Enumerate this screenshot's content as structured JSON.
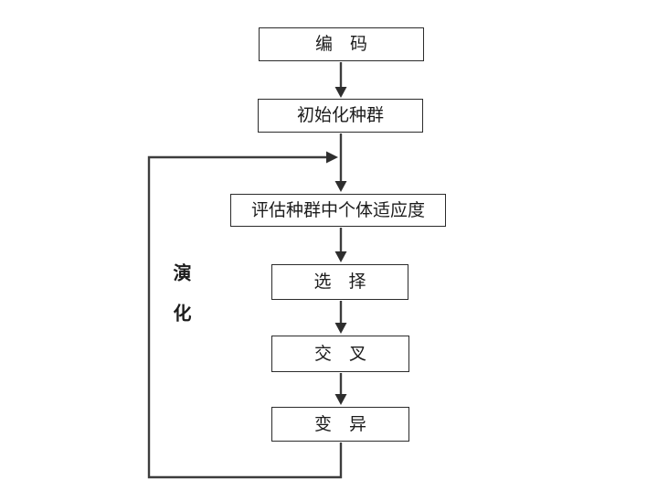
{
  "diagram": {
    "nodes": [
      {
        "label": "编　码"
      },
      {
        "label": "初始化种群"
      },
      {
        "label": "评估种群中个体适应度"
      },
      {
        "label": "选　择"
      },
      {
        "label": "交　叉"
      },
      {
        "label": "变　异"
      }
    ],
    "loop_label": "演化",
    "colors": {
      "background": "#ffffff",
      "line": "#3d3d3d",
      "box_border": "#2b2b2b",
      "text": "#1c1c1c"
    }
  }
}
